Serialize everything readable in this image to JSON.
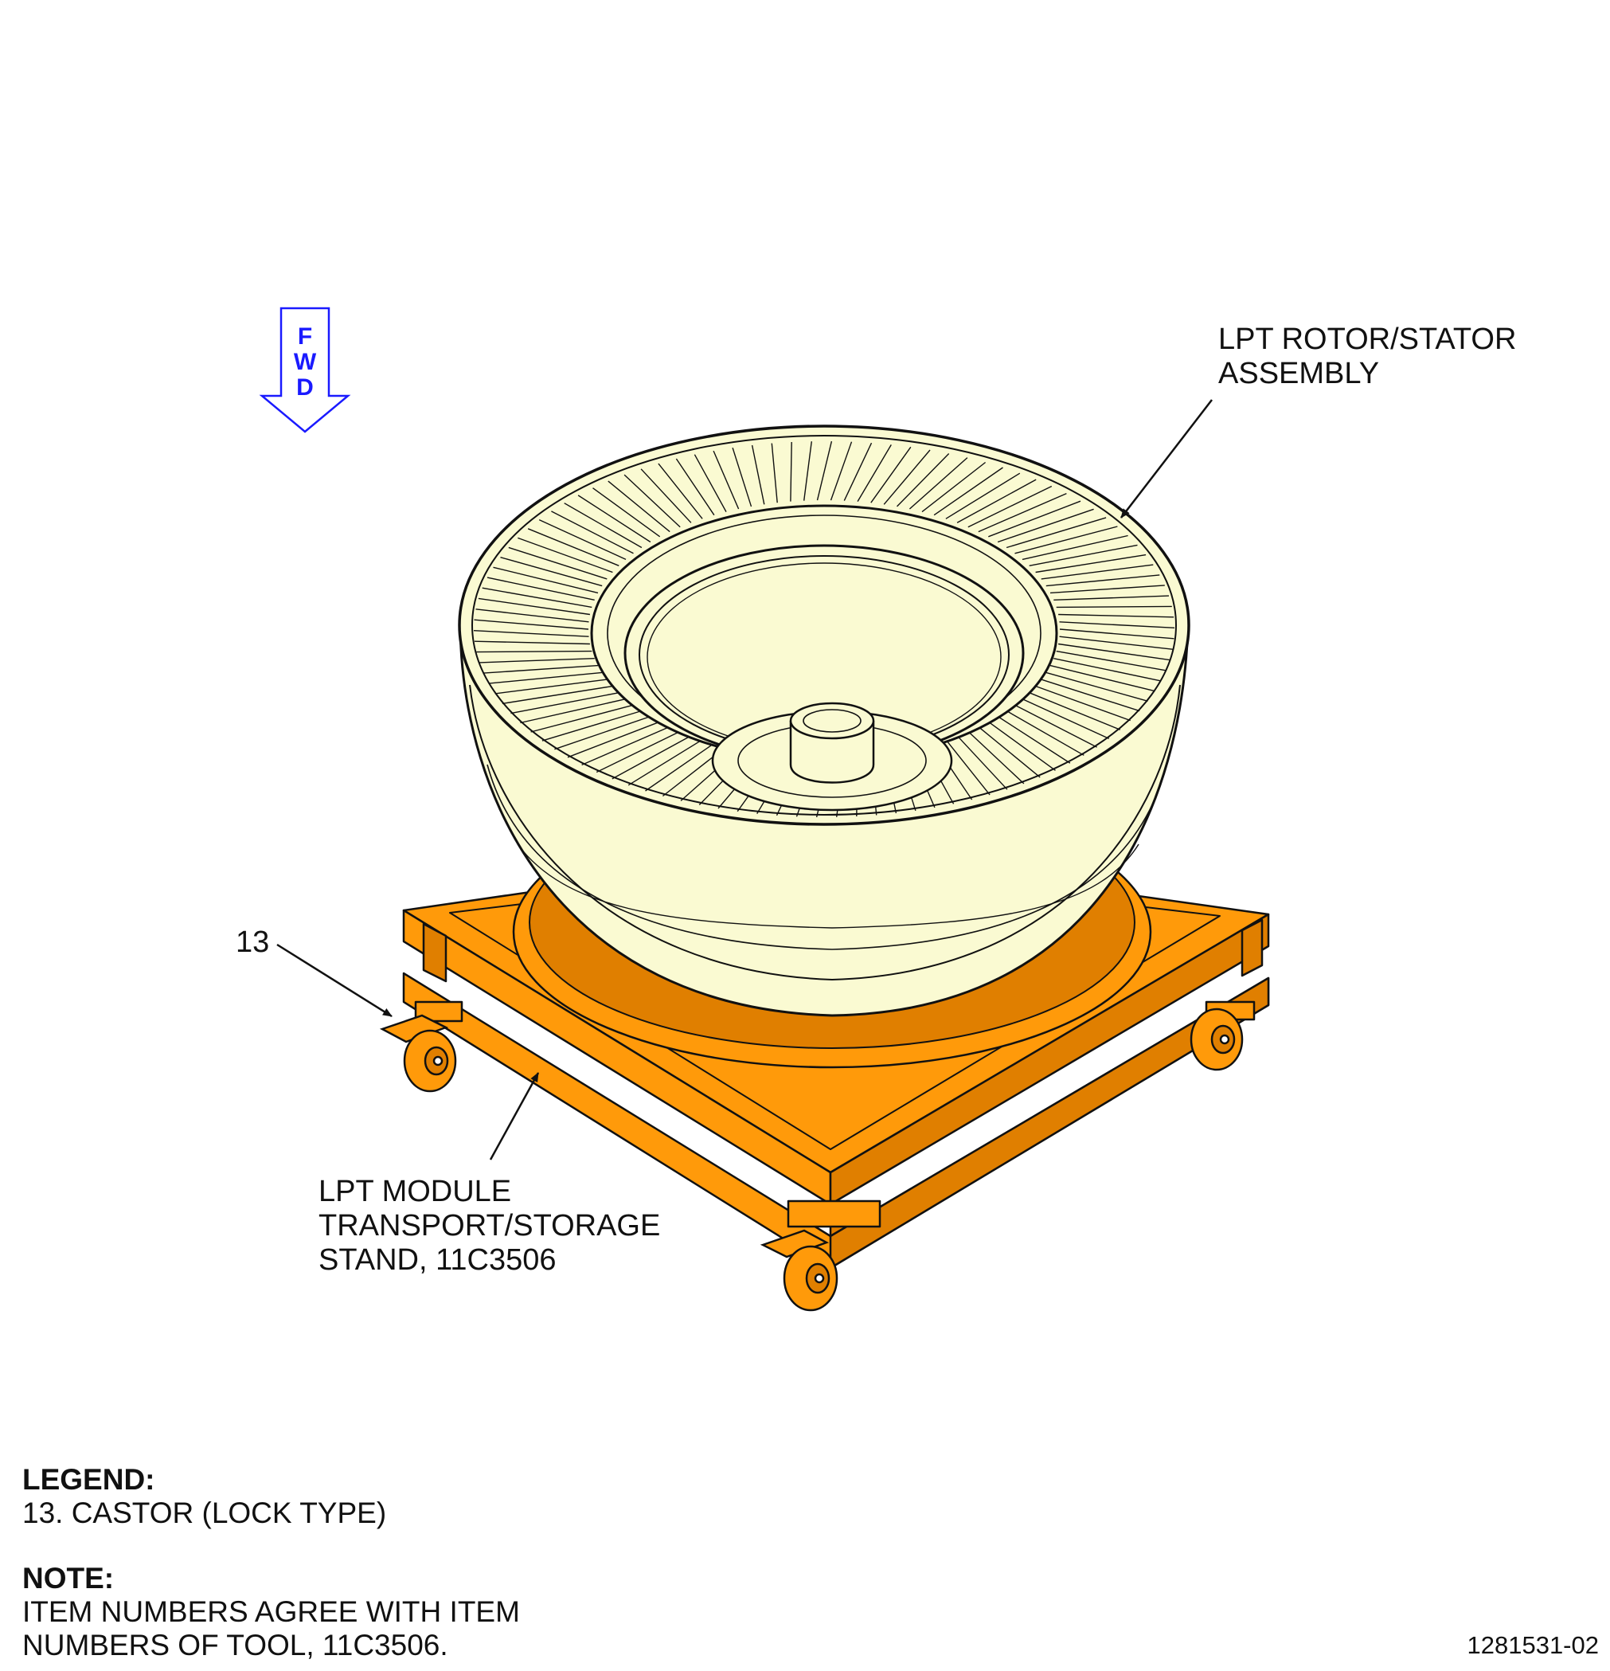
{
  "fwd_arrow": {
    "letters": [
      "F",
      "W",
      "D"
    ],
    "color": "#1a1aff"
  },
  "callouts": {
    "rotor_stator": [
      "LPT ROTOR/STATOR",
      "ASSEMBLY"
    ],
    "stand": [
      "LPT MODULE",
      "TRANSPORT/STORAGE",
      "STAND, 11C3506"
    ],
    "item_13": "13"
  },
  "legend": {
    "title": "LEGEND:",
    "items": [
      "13. CASTOR (LOCK TYPE)"
    ]
  },
  "note": {
    "title": "NOTE:",
    "lines": [
      "ITEM NUMBERS AGREE WITH ITEM",
      "NUMBERS OF TOOL, 11C3506."
    ]
  },
  "figure_number": "1281531-02",
  "colors": {
    "stand": "#ff9a0a",
    "stand_dark": "#e07f00",
    "assembly": "#fafad2",
    "outline": "#111111"
  }
}
